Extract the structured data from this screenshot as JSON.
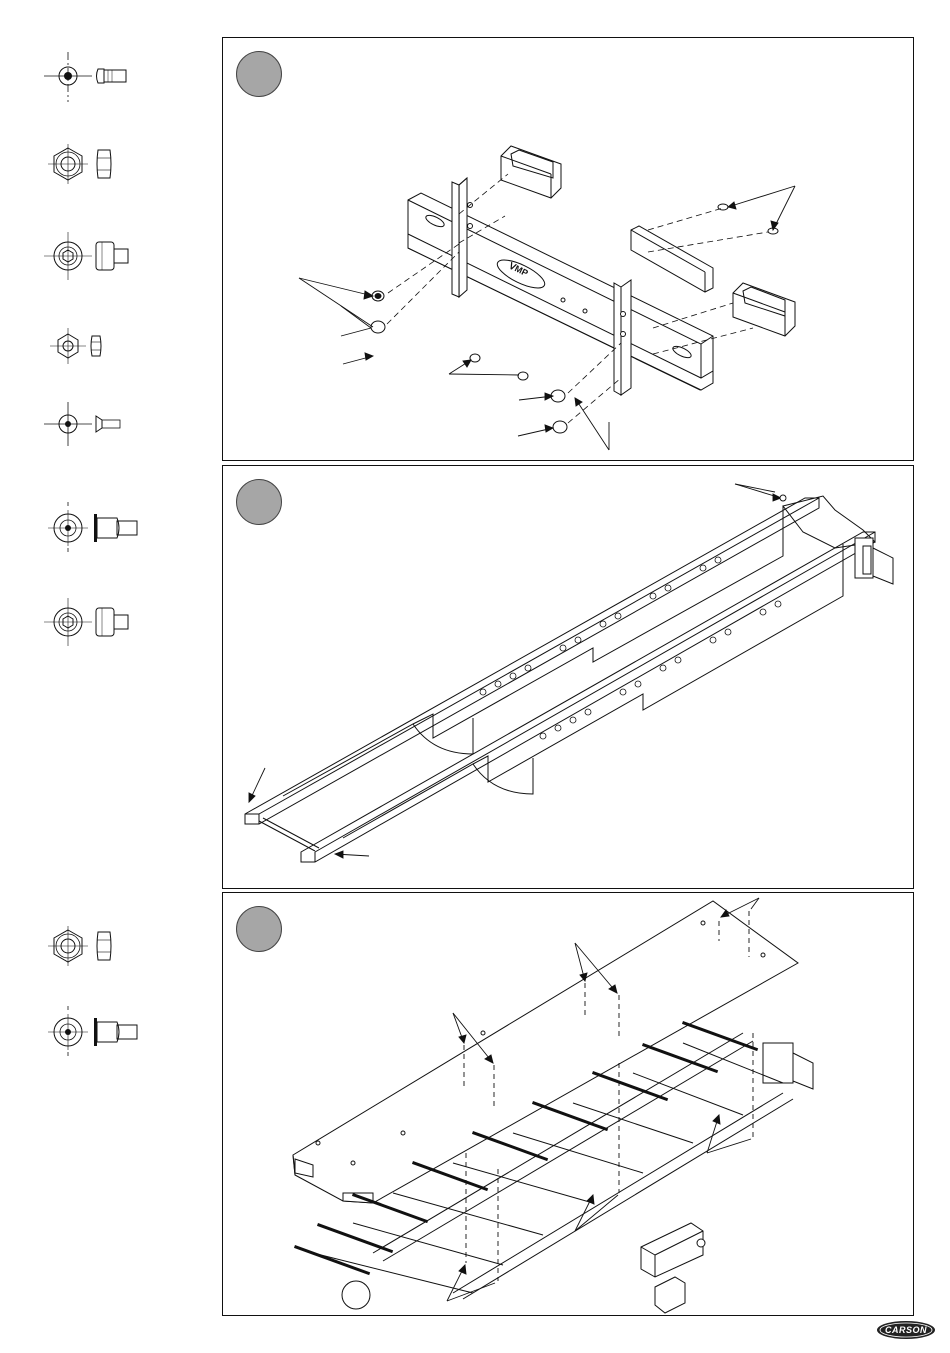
{
  "page": {
    "brand_logo": "CARSON"
  },
  "hardware_legend": [
    {
      "id": "button-head-screw",
      "icon": "button-head-screw-icon"
    },
    {
      "id": "hex-nut",
      "icon": "hex-nut-icon"
    },
    {
      "id": "socket-head-screw",
      "icon": "socket-head-screw-icon"
    },
    {
      "id": "small-hex-nut",
      "icon": "small-hex-nut-icon"
    },
    {
      "id": "countersunk-screw",
      "icon": "countersunk-screw-icon"
    },
    {
      "id": "flanged-button-screw",
      "icon": "flanged-button-screw-icon"
    },
    {
      "id": "socket-head-screw-2",
      "icon": "socket-head-screw-icon"
    },
    {
      "id": "hex-nut-2",
      "icon": "hex-nut-icon"
    },
    {
      "id": "flanged-button-screw-2",
      "icon": "flanged-button-screw-icon"
    }
  ],
  "steps": [
    {
      "id": "step-1",
      "step_number": ""
    },
    {
      "id": "step-2",
      "step_number": ""
    },
    {
      "id": "step-3",
      "step_number": ""
    }
  ],
  "colors": {
    "line": "#111111",
    "step_circle": "#a6a6a6",
    "logo_bg": "#222222"
  }
}
